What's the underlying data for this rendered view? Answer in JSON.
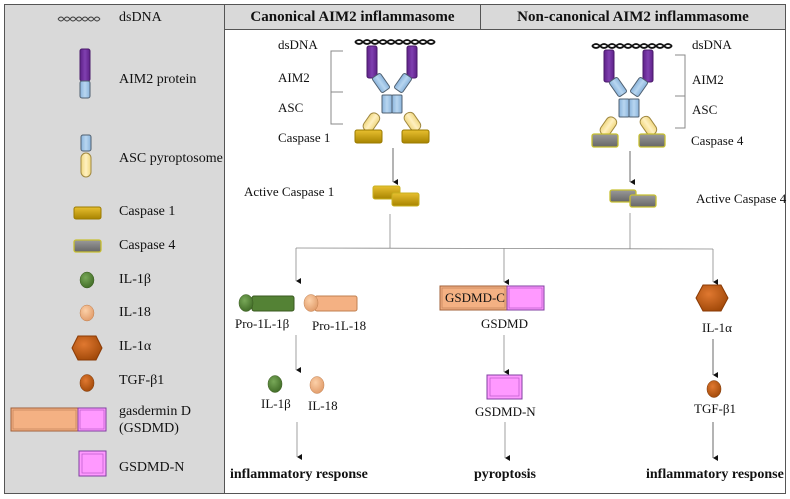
{
  "legend": {
    "items": [
      {
        "icon": "dsdna-icon",
        "label": "dsDNA"
      },
      {
        "icon": "aim2-protein-icon",
        "label": "AIM2 protein"
      },
      {
        "icon": "asc-pyroptosome-icon",
        "label": "ASC pyroptosome"
      },
      {
        "icon": "caspase1-icon",
        "label": "Caspase 1"
      },
      {
        "icon": "caspase4-icon",
        "label": "Caspase 4"
      },
      {
        "icon": "il1b-icon",
        "label": "IL-1β"
      },
      {
        "icon": "il18-icon",
        "label": "IL-18"
      },
      {
        "icon": "il1a-icon",
        "label": "IL-1α"
      },
      {
        "icon": "tgfb1-icon",
        "label": "TGF-β1"
      },
      {
        "icon": "gsdmd-icon",
        "label_line1": "gasdermin D",
        "label_line2": "(GSDMD)"
      },
      {
        "icon": "gsdmd-n-icon",
        "label": "GSDMD-N"
      }
    ]
  },
  "headers": {
    "canonical": "Canonical AIM2 inflammasome",
    "noncanonical": "Non-canonical AIM2 inflammasome"
  },
  "canonical": {
    "dsdna": "dsDNA",
    "aim2": "AIM2",
    "asc": "ASC",
    "caspase": "Caspase 1",
    "active_caspase": "Active Caspase 1"
  },
  "noncanonical": {
    "dsdna": "dsDNA",
    "aim2": "AIM2",
    "asc": "ASC",
    "caspase": "Caspase 4",
    "active_caspase": "Active Caspase 4"
  },
  "branches": {
    "left": {
      "pro_il1b": "Pro-1L-1β",
      "pro_il18": "Pro-1L-18",
      "il1b": "IL-1β",
      "il18": "IL-18",
      "outcome": "inflammatory response"
    },
    "middle": {
      "gsdmd_c": "GSDMD-C",
      "gsdmd": "GSDMD",
      "gsdmd_n": "GSDMD-N",
      "outcome": "pyroptosis"
    },
    "right": {
      "il1a": "IL-1α",
      "tgfb1": "TGF-β1",
      "outcome": "inflammatory response"
    }
  },
  "colors": {
    "legend_bg": "#d9d9d9",
    "aim2_purple": "#7030a0",
    "asc_blue": "#9dc3e6",
    "asc_yellow": "#ffe699",
    "caspase1_gold": "#c8a000",
    "caspase4_gray": "#7f7f7f",
    "il1b_green": "#548235",
    "il18_peach": "#f4b183",
    "il1a_orange": "#c55a11",
    "gsdmd_c_salmon": "#f4b183",
    "gsdmd_n_pink": "#ff99ff"
  }
}
